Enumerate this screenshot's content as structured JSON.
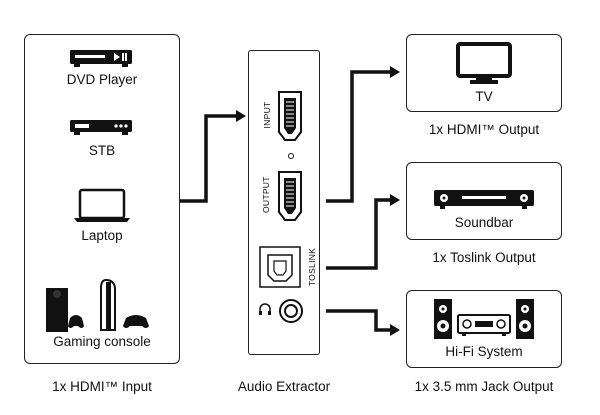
{
  "sources": {
    "items": [
      {
        "label": "DVD Player",
        "icon": "dvd-player-icon"
      },
      {
        "label": "STB",
        "icon": "set-top-box-icon"
      },
      {
        "label": "Laptop",
        "icon": "laptop-icon"
      },
      {
        "label": "Gaming console",
        "icon": "gaming-console-icon"
      }
    ],
    "caption": "1x HDMI™ Input"
  },
  "extractor": {
    "caption": "Audio Extractor",
    "ports": [
      "INPUT",
      "OUTPUT",
      "TOSLINK"
    ],
    "jack_icon": "headphone-icon"
  },
  "outputs": [
    {
      "label": "TV",
      "caption": "1x HDMI™ Output",
      "icon": "tv-icon"
    },
    {
      "label": "Soundbar",
      "caption": "1x Toslink Output",
      "icon": "soundbar-icon"
    },
    {
      "label": "Hi-Fi System",
      "caption": "1x 3.5 mm Jack Output",
      "icon": "hifi-system-icon"
    }
  ]
}
